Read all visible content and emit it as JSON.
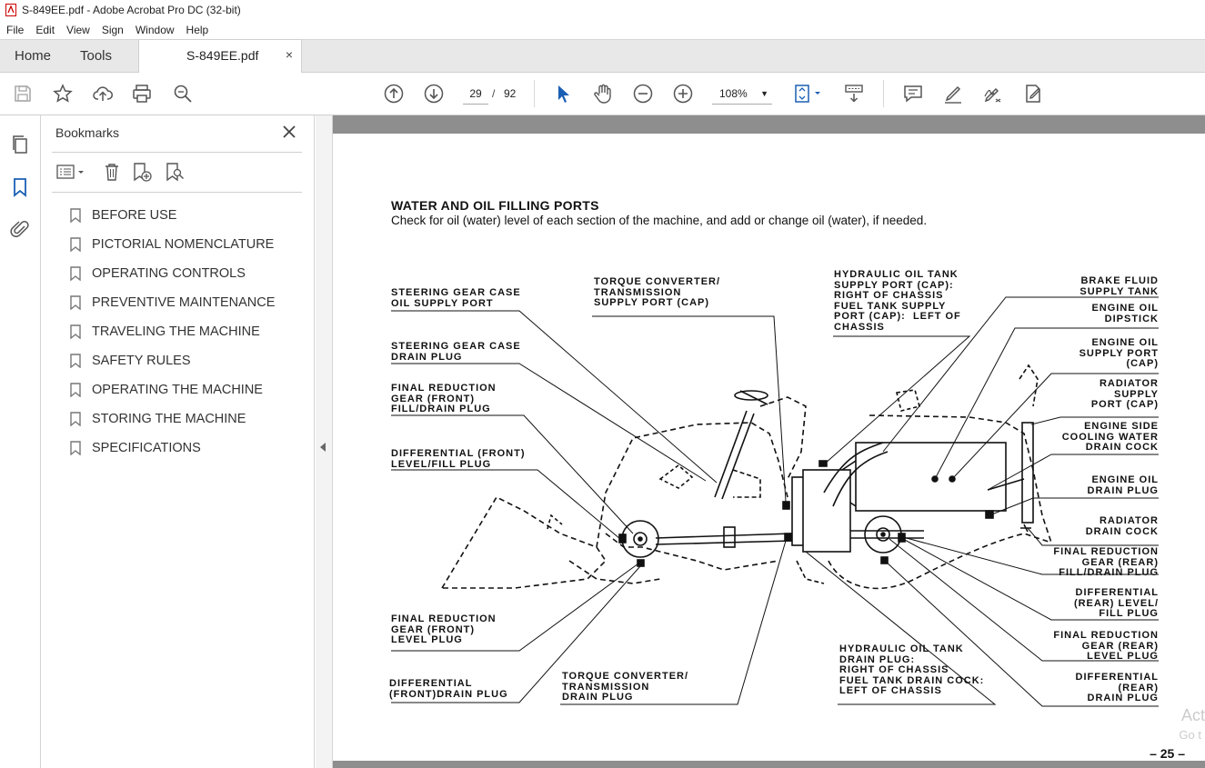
{
  "window": {
    "title": "S-849EE.pdf - Adobe Acrobat Pro DC (32-bit)"
  },
  "menu": [
    "File",
    "Edit",
    "View",
    "Sign",
    "Window",
    "Help"
  ],
  "tabs": {
    "home": "Home",
    "tools": "Tools",
    "document": "S-849EE.pdf",
    "close": "×"
  },
  "toolbar": {
    "current_page": "29",
    "page_separator": "/",
    "total_pages": "92",
    "zoom": "108%"
  },
  "bookmarks": {
    "title": "Bookmarks",
    "items": [
      "BEFORE USE",
      "PICTORIAL NOMENCLATURE",
      "OPERATING CONTROLS",
      "PREVENTIVE MAINTENANCE",
      "TRAVELING THE MACHINE",
      "SAFETY RULES",
      "OPERATING THE MACHINE",
      "STORING THE MACHINE",
      "SPECIFICATIONS"
    ]
  },
  "document": {
    "heading": "WATER AND OIL FILLING PORTS",
    "subheading": "Check for oil (water) level of each section of the machine, and add or change oil (water), if needed.",
    "labels": {
      "steering_gear_case_supply": "STEERING GEAR CASE\nOIL SUPPLY PORT",
      "torque_converter_supply": "TORQUE CONVERTER/\nTRANSMISSION\nSUPPLY PORT (CAP)",
      "hydraulic_tank_supply": "HYDRAULIC OIL TANK\nSUPPLY PORT (CAP):\nRIGHT OF CHASSIS\nFUEL TANK SUPPLY\nPORT (CAP):  LEFT OF\nCHASSIS",
      "brake_fluid": "BRAKE FLUID\nSUPPLY TANK",
      "engine_oil_dipstick": "ENGINE OIL\nDIPSTICK",
      "engine_oil_supply": "ENGINE OIL\nSUPPLY PORT\n(CAP)",
      "radiator_supply": "RADIATOR\nSUPPLY\nPORT (CAP)",
      "engine_side_drain": "ENGINE SIDE\nCOOLING WATER\nDRAIN COCK",
      "engine_oil_drain": "ENGINE OIL\nDRAIN PLUG",
      "radiator_drain": "RADIATOR\nDRAIN COCK",
      "final_reduction_rear_fill": "FINAL REDUCTION\nGEAR (REAR)\nFILL/DRAIN PLUG",
      "differential_rear_level": "DIFFERENTIAL\n(REAR) LEVEL/\nFILL PLUG",
      "final_reduction_rear_level": "FINAL REDUCTION\nGEAR (REAR)\nLEVEL PLUG",
      "differential_rear_drain": "DIFFERENTIAL\n(REAR)\nDRAIN PLUG",
      "steering_gear_case_drain": "STEERING GEAR CASE\nDRAIN PLUG",
      "final_reduction_front_fill": "FINAL REDUCTION\nGEAR (FRONT)\nFILL/DRAIN PLUG",
      "differential_front_level": "DIFFERENTIAL (FRONT)\nLEVEL/FILL PLUG",
      "final_reduction_front_level": "FINAL REDUCTION\nGEAR (FRONT)\nLEVEL PLUG",
      "differential_front_drain": "DIFFERENTIAL\n(FRONT)DRAIN PLUG",
      "torque_converter_drain": "TORQUE CONVERTER/\nTRANSMISSION\nDRAIN PLUG",
      "hydraulic_tank_drain": "HYDRAULIC OIL TANK\nDRAIN PLUG:\nRIGHT OF CHASSIS\nFUEL TANK DRAIN COCK:\nLEFT OF CHASSIS"
    },
    "page_number": "– 25 –",
    "watermark_1": "Act",
    "watermark_2": "Go t"
  }
}
